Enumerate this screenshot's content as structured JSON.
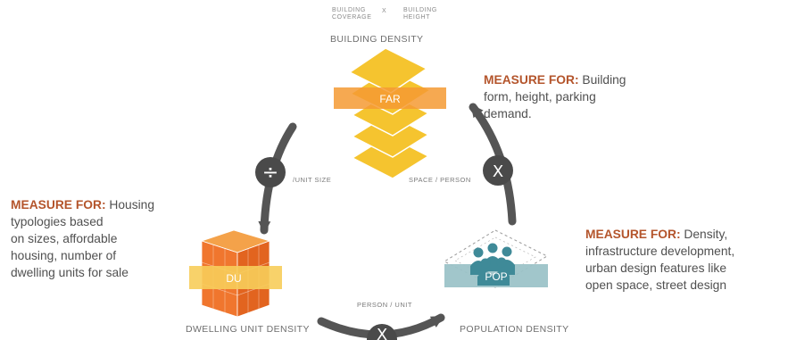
{
  "building_density": {
    "factors": {
      "coverage_line1": "BUILDING",
      "coverage_line2": "COVERAGE",
      "operator": "X",
      "height_line1": "BUILDING",
      "height_line2": "HEIGHT"
    },
    "title": "BUILDING DENSITY",
    "badge": "FAR",
    "measure_heading": "MEASURE FOR:",
    "measure_line1": "Building",
    "measure_line2": "form, height, parking",
    "measure_line3": "demand."
  },
  "dwelling_unit_density": {
    "title": "DWELLING UNIT DENSITY",
    "badge": "DU",
    "measure_heading": "MEASURE FOR:",
    "measure_line1": "Housing",
    "measure_line2": "typologies based",
    "measure_line3": "on sizes, affordable",
    "measure_line4": "housing, number of",
    "measure_line5": "dwelling units for sale"
  },
  "population_density": {
    "title": "POPULATION DENSITY",
    "badge": "POP",
    "measure_heading": "MEASURE FOR:",
    "measure_line1": "Density,",
    "measure_line2": "infrastructure development,",
    "measure_line3": "urban design features like",
    "measure_line4": "open space, street design"
  },
  "operators": {
    "divide_symbol": "÷",
    "divide_label": "/UNIT SIZE",
    "multiply_right_symbol": "X",
    "multiply_right_label": "SPACE / PERSON",
    "multiply_bottom_symbol": "X",
    "multiply_bottom_label": "PERSON / UNIT"
  },
  "colors": {
    "accent_heading": "#b4552c",
    "layer_yellow": "#f5c42f",
    "far_orange": "#f59a33",
    "cube_orange": "#f0762e",
    "pop_teal": "#7fb0b8",
    "operator_circle": "#4a4a4a",
    "arrow_gray": "#555555"
  }
}
